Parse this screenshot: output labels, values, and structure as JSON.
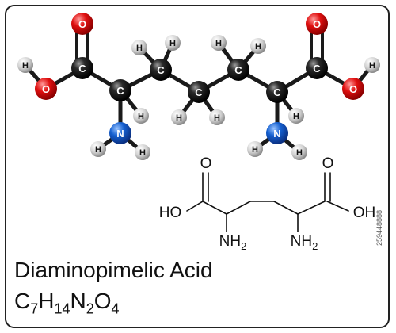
{
  "compound": {
    "name": "Diaminopimelic Acid"
  },
  "formula": {
    "C": "C",
    "c_n": "7",
    "H": "H",
    "h_n": "14",
    "N": "N",
    "n_n": "2",
    "O": "O",
    "o_n": "4"
  },
  "atoms": {
    "C": "C",
    "H": "H",
    "O": "O",
    "N": "N"
  },
  "skeletal": {
    "O": "O",
    "HO": "HO",
    "OH": "OH",
    "NH": "NH",
    "sub2": "2"
  },
  "watermark": {
    "id": "259448888"
  },
  "colors": {
    "carbon": "#1a1a1a",
    "hydrogen": "#d0d0d0",
    "oxygen": "#e01010",
    "nitrogen": "#1560d0",
    "frame": "#222222"
  }
}
